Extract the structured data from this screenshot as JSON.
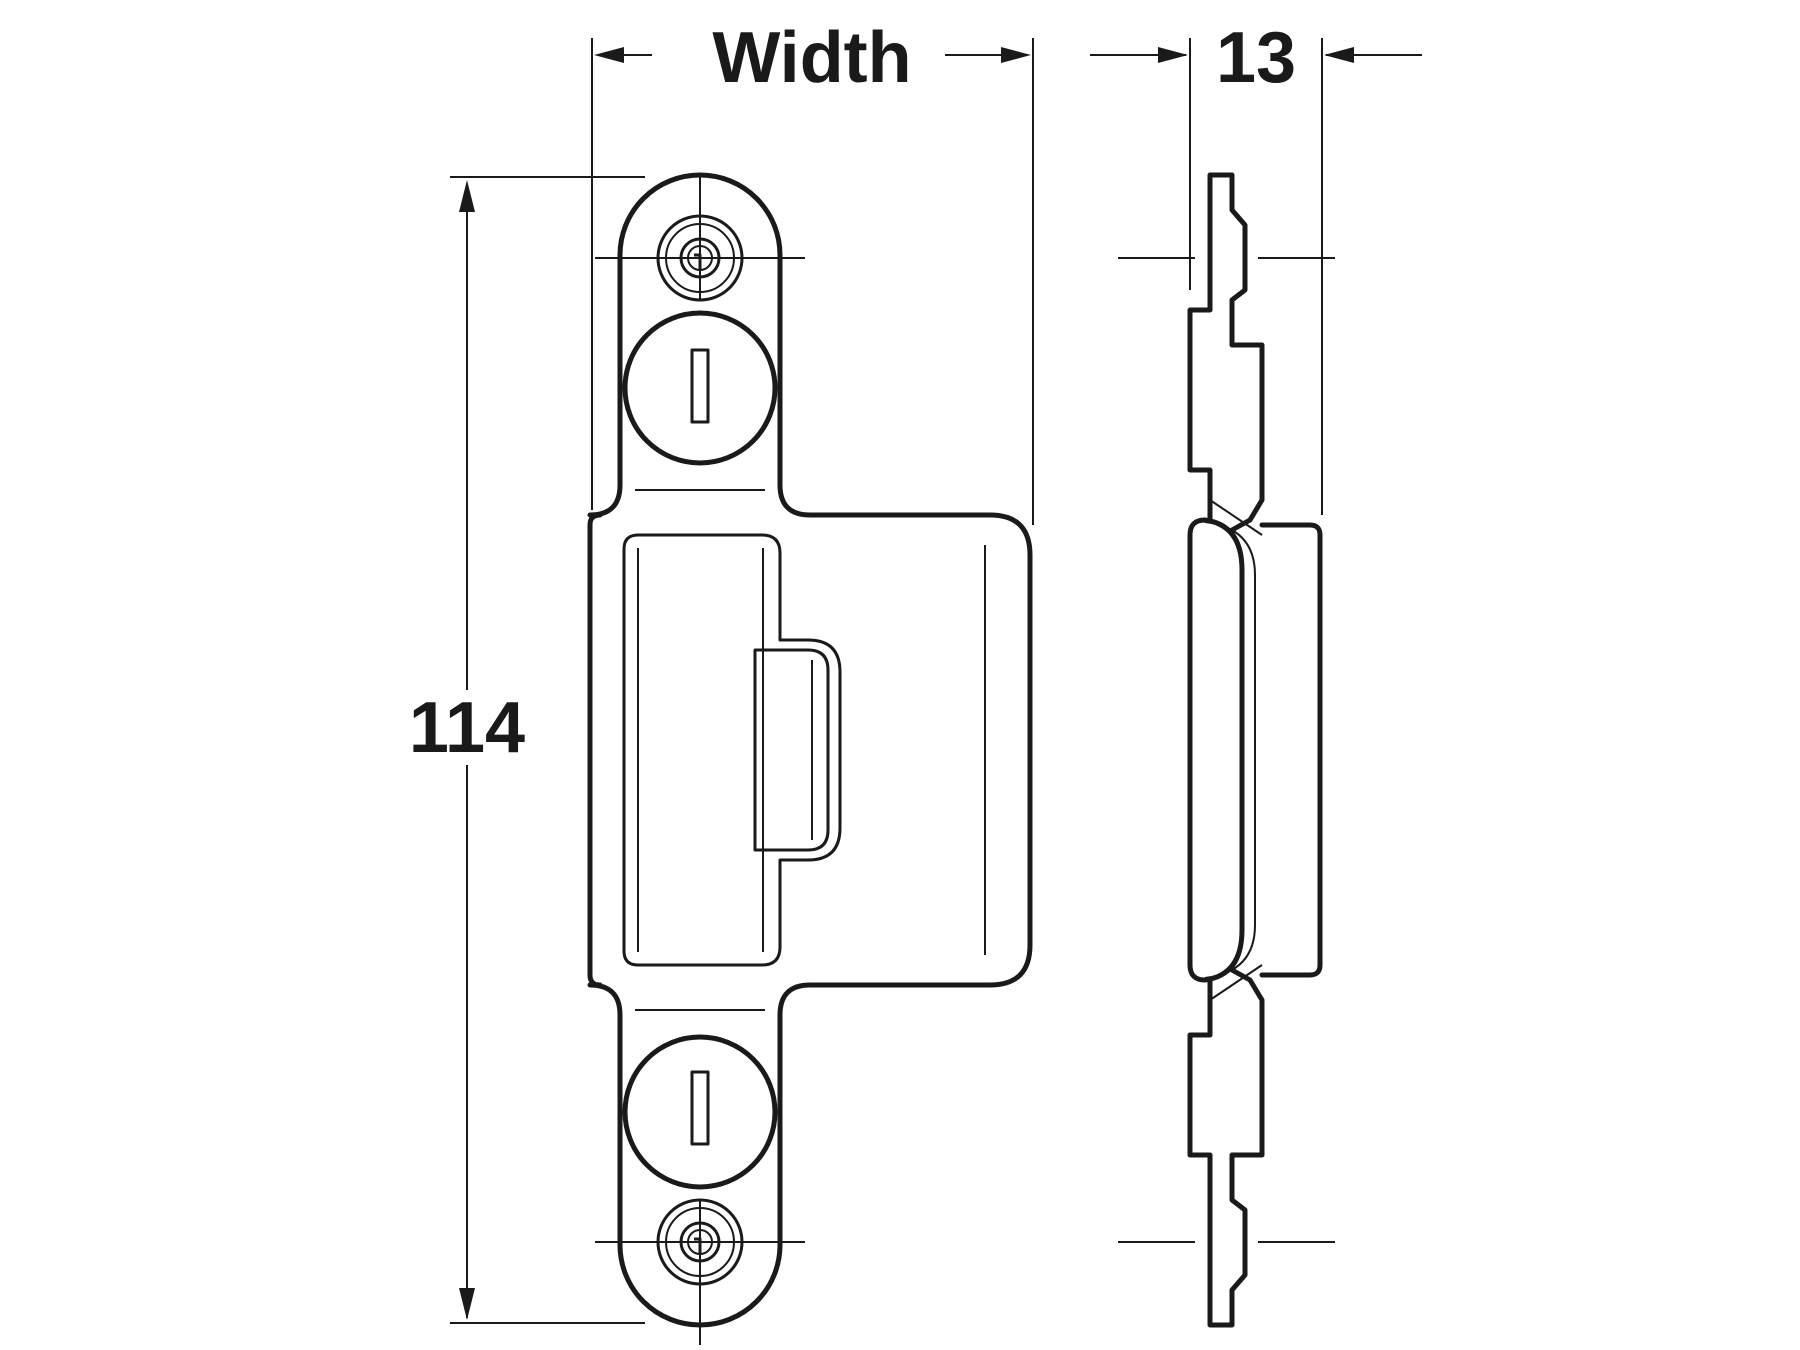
{
  "diagram": {
    "dimensions": {
      "width_label": "Width",
      "depth_label": "13",
      "height_label": "114"
    },
    "colors": {
      "line": "#1a1a1a",
      "background": "#ffffff"
    }
  }
}
